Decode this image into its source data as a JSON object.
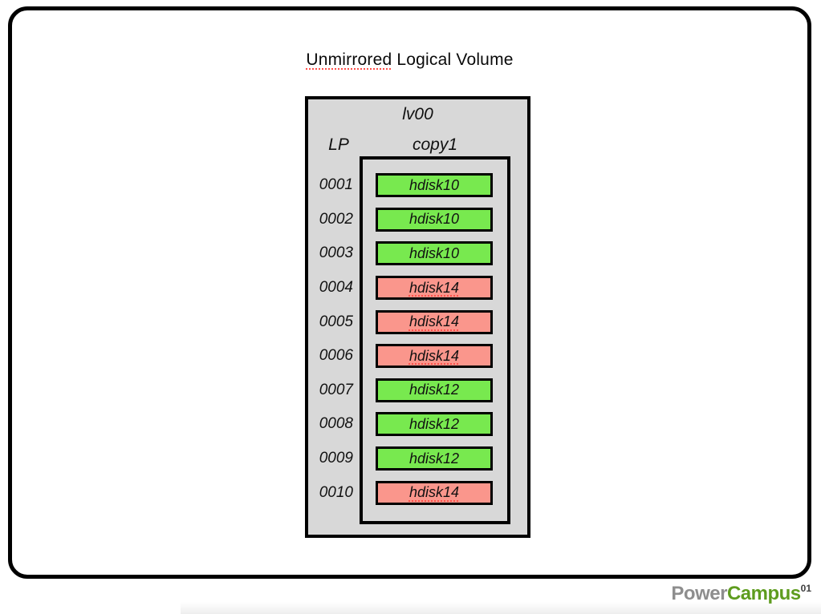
{
  "slide": {
    "title": {
      "underlined_word": "Unmirrored",
      "rest": " Logical Volume"
    }
  },
  "diagram": {
    "volume_label": "lv00",
    "lp_column_header": "LP",
    "copy_column_header": "copy1",
    "rows": [
      {
        "lp": "0001",
        "disk": "hdisk10",
        "variant": "green",
        "underline": false
      },
      {
        "lp": "0002",
        "disk": "hdisk10",
        "variant": "green",
        "underline": false
      },
      {
        "lp": "0003",
        "disk": "hdisk10",
        "variant": "green",
        "underline": false
      },
      {
        "lp": "0004",
        "disk": "hdisk14",
        "variant": "red",
        "underline": true
      },
      {
        "lp": "0005",
        "disk": "hdisk14",
        "variant": "red",
        "underline": true
      },
      {
        "lp": "0006",
        "disk": "hdisk14",
        "variant": "red",
        "underline": true
      },
      {
        "lp": "0007",
        "disk": "hdisk12",
        "variant": "green",
        "underline": false
      },
      {
        "lp": "0008",
        "disk": "hdisk12",
        "variant": "green",
        "underline": false
      },
      {
        "lp": "0009",
        "disk": "hdisk12",
        "variant": "green",
        "underline": false
      },
      {
        "lp": "0010",
        "disk": "hdisk14",
        "variant": "red",
        "underline": true
      }
    ]
  },
  "colors": {
    "disk_green": "#78E94F",
    "disk_red": "#FA968C",
    "box_gray": "#D8D8D8",
    "spellcheck_red": "#FF4F4A",
    "logo_gray": "#8E8E8E",
    "logo_green": "#5E9C1E",
    "logo_superscript": "#3C3C3C"
  },
  "logo": {
    "part1": "Power",
    "part2": "Campus",
    "superscript": "01"
  }
}
